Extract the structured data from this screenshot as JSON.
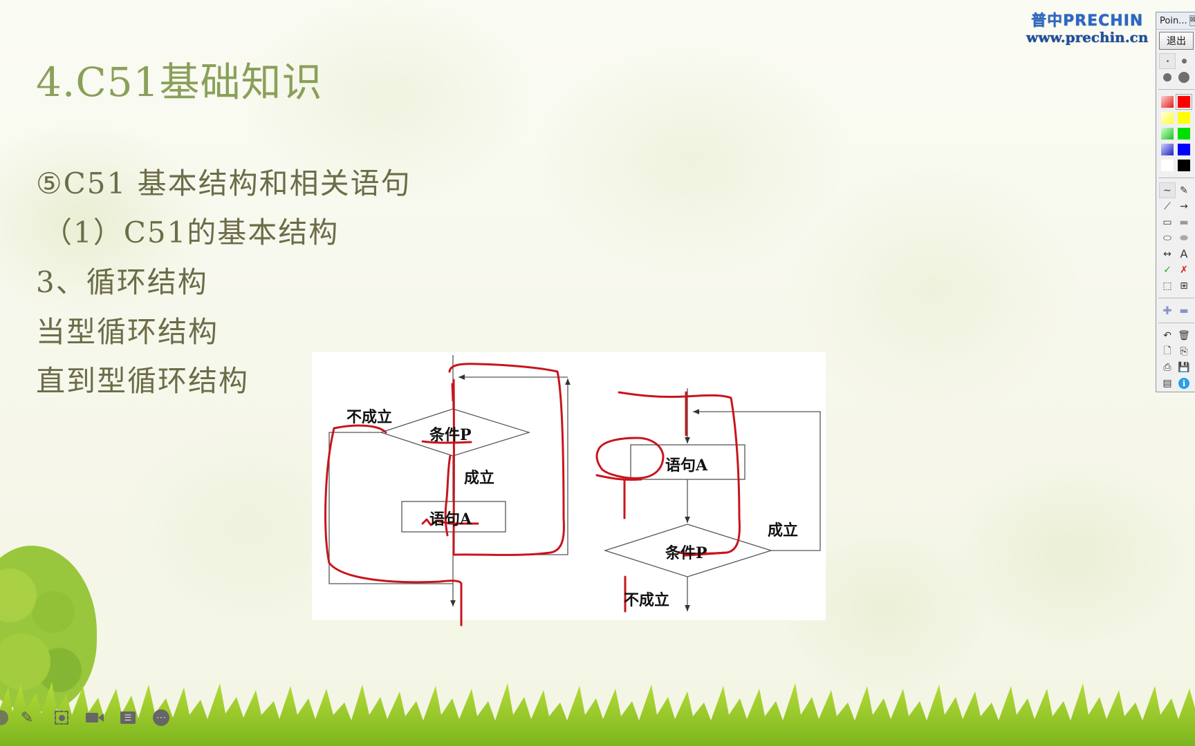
{
  "slide": {
    "title": "4.C51基础知识",
    "lines": [
      "⑤C51 基本结构和相关语句",
      "（1）C51的基本结构",
      "3、循环结构",
      "当型循环结构",
      "直到型循环结构"
    ],
    "title_color": "#8aa05a",
    "body_color": "#6c6c48"
  },
  "logo": {
    "line1": "普中PRECHIN",
    "line2": "www.prechin.cn"
  },
  "diagram": {
    "while_loop": {
      "condition": "条件P",
      "statement": "语句A",
      "false_label": "不成立",
      "true_label": "成立"
    },
    "do_while_loop": {
      "condition": "条件P",
      "statement": "语句A",
      "true_label": "成立",
      "false_label": "不成立"
    },
    "annotation_color": "#c8141c"
  },
  "pointer_toolbar": {
    "title": "Poin...",
    "close_label": "⊠",
    "exit_label": "退出",
    "pen_sizes": [
      "tiny-dot",
      "small-dot",
      "medium-dot",
      "large-dot"
    ],
    "colors": [
      {
        "name": "red-gradient",
        "hex": "#f08080"
      },
      {
        "name": "red",
        "hex": "#ff0000"
      },
      {
        "name": "yellow-gradient",
        "hex": "#ffff80"
      },
      {
        "name": "yellow",
        "hex": "#ffff00"
      },
      {
        "name": "green-gradient",
        "hex": "#80e080"
      },
      {
        "name": "green",
        "hex": "#00e000"
      },
      {
        "name": "blue-gradient",
        "hex": "#8080f0"
      },
      {
        "name": "blue",
        "hex": "#0000ff"
      },
      {
        "name": "white",
        "hex": "#ffffff"
      },
      {
        "name": "black",
        "hex": "#000000"
      }
    ],
    "tools": [
      {
        "name": "freehand",
        "glyph": "∼"
      },
      {
        "name": "eraser",
        "glyph": "✎"
      },
      {
        "name": "line",
        "glyph": "⟋"
      },
      {
        "name": "arrow",
        "glyph": "→"
      },
      {
        "name": "rectangle",
        "glyph": "▭"
      },
      {
        "name": "filled-rectangle",
        "glyph": "▬"
      },
      {
        "name": "ellipse",
        "glyph": "⬭"
      },
      {
        "name": "filled-ellipse",
        "glyph": "⬬"
      },
      {
        "name": "double-arrow",
        "glyph": "↔"
      },
      {
        "name": "text",
        "glyph": "A"
      },
      {
        "name": "check",
        "glyph": "✓"
      },
      {
        "name": "cross",
        "glyph": "✗"
      },
      {
        "name": "select-region",
        "glyph": "⬚"
      },
      {
        "name": "zoom-region",
        "glyph": "⊞"
      }
    ],
    "zoom_tools": [
      {
        "name": "zoom-in",
        "glyph": "✚"
      },
      {
        "name": "zoom-out",
        "glyph": "▬"
      }
    ],
    "file_tools": [
      {
        "name": "undo",
        "glyph": "↶"
      },
      {
        "name": "delete",
        "glyph": "🗑"
      },
      {
        "name": "new-page",
        "glyph": "🗋"
      },
      {
        "name": "copy",
        "glyph": "⎘"
      },
      {
        "name": "print",
        "glyph": "⎙"
      },
      {
        "name": "save",
        "glyph": "💾"
      },
      {
        "name": "screen",
        "glyph": "▤"
      },
      {
        "name": "info",
        "glyph": "ℹ"
      }
    ]
  },
  "player_controls": [
    {
      "name": "pen",
      "glyph": "✎"
    },
    {
      "name": "screenshot",
      "glyph": "◎"
    },
    {
      "name": "camera",
      "glyph": "▶"
    },
    {
      "name": "comment",
      "glyph": "☰"
    },
    {
      "name": "more",
      "glyph": "⋯"
    }
  ]
}
